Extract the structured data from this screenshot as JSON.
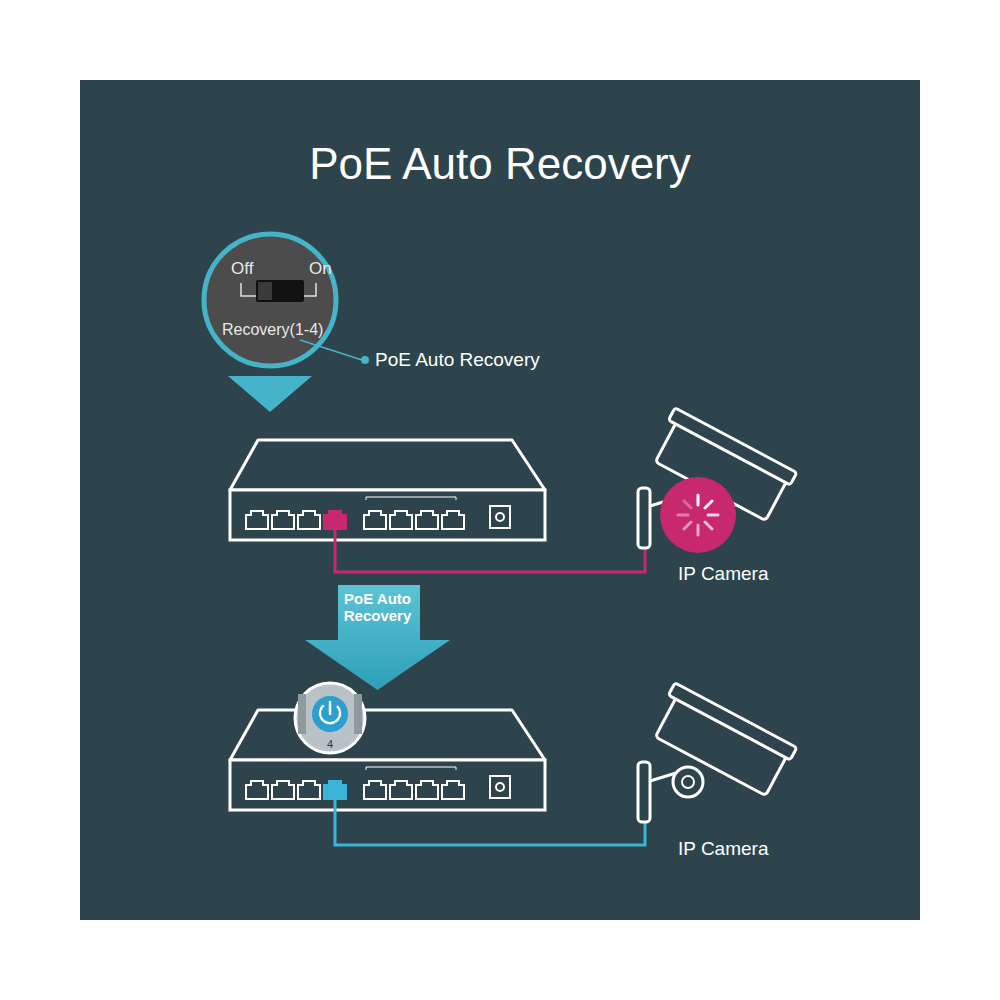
{
  "diagram": {
    "title": "PoE Auto Recovery",
    "nodes": [
      {
        "text": [
          "PoE Auto Recovery"
        ]
      }
    ],
    "labels": [
      "Off",
      "On",
      "Recovery(1-4)",
      "PoE Auto Recovery",
      "IP Camera",
      "4",
      "IP Camera"
    ]
  }
}
